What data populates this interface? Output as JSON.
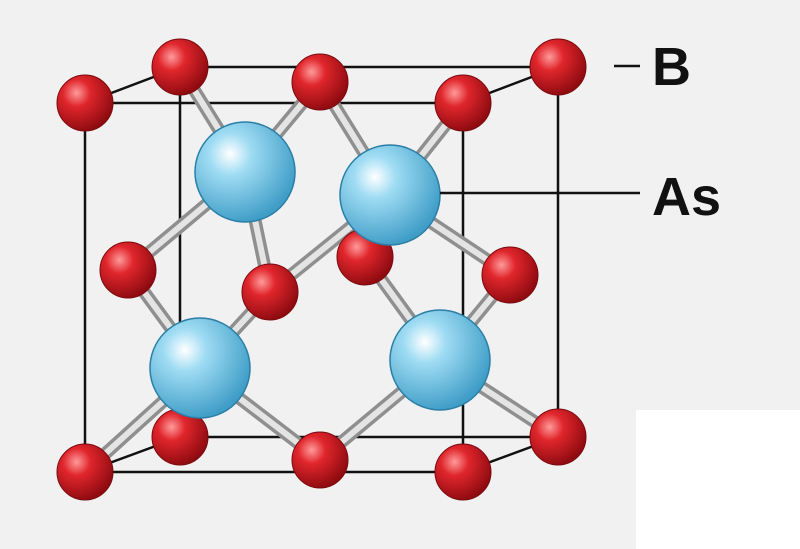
{
  "labels": {
    "boron": "B",
    "arsenic": "As"
  },
  "colors": {
    "boron_atom": "#c8141b",
    "arsenic_atom": "#6fc3e4",
    "bond": "#c9c9c9",
    "cube_edge": "#111111",
    "background": "#f1f1f1"
  },
  "structure": {
    "type": "zinc blende unit cell",
    "boron_atom_count": 14,
    "arsenic_atom_count": 4
  }
}
